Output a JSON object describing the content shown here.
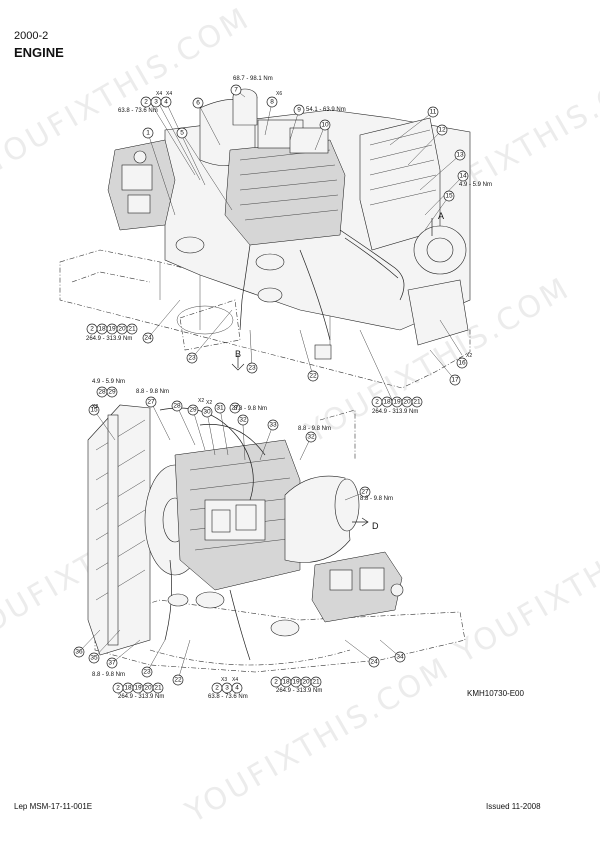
{
  "header": {
    "code": "2000-2",
    "title": "ENGINE"
  },
  "watermark": "YOUFIXTHIS.COM",
  "top_figure": {
    "torques": {
      "t1": "68.7 - 98.1 Nm",
      "t2": "63.8 - 73.6 Nm",
      "t3": "54.1 - 63.9 Nm",
      "t4": "4.9 - 5.9 Nm",
      "t5": "264.9 - 313.9 Nm",
      "t6": "264.9 - 313.9 Nm"
    },
    "marks": {
      "x4a": "X4",
      "x4b": "X4",
      "x6": "X6",
      "x2": "X2",
      "view_a": "A",
      "view_b": "B"
    },
    "callouts": [
      "1",
      "2",
      "3",
      "4",
      "5",
      "6",
      "7",
      "8",
      "9",
      "10",
      "11",
      "12",
      "13",
      "14",
      "15",
      "16",
      "17",
      "18",
      "19",
      "20",
      "21",
      "22",
      "23",
      "24",
      "2",
      "18",
      "19",
      "20",
      "21",
      "2",
      "18",
      "19",
      "20",
      "21"
    ]
  },
  "bottom_figure": {
    "torques": {
      "t1": "4.9 - 5.9 Nm",
      "t2": "8.8 - 9.8 Nm",
      "t3": "8.8 - 9.8 Nm",
      "t4": "8.8 - 9.8 Nm",
      "t5": "8.8 - 9.8 Nm",
      "t6": "8.8 - 9.8 Nm",
      "t7": "264.9 - 313.9 Nm",
      "t8": "63.8 - 73.6 Nm",
      "t9": "264.9 - 313.9 Nm"
    },
    "marks": {
      "x2a": "X2",
      "x2b": "X2",
      "x2c": "X2",
      "x3": "X3",
      "x4": "X4",
      "view_d": "D"
    },
    "callouts": [
      "28",
      "29",
      "15",
      "27",
      "28",
      "29",
      "30",
      "31",
      "32",
      "33",
      "32",
      "27",
      "22",
      "23",
      "24",
      "34",
      "35",
      "36",
      "37",
      "27",
      "2",
      "18",
      "19",
      "20",
      "21",
      "2",
      "3",
      "4",
      "2",
      "18",
      "19",
      "20",
      "21"
    ]
  },
  "drawing_code": "KMH10730-E00",
  "footer": {
    "left": "Lep MSM-17-11-001E",
    "right": "Issued 11-2008"
  }
}
